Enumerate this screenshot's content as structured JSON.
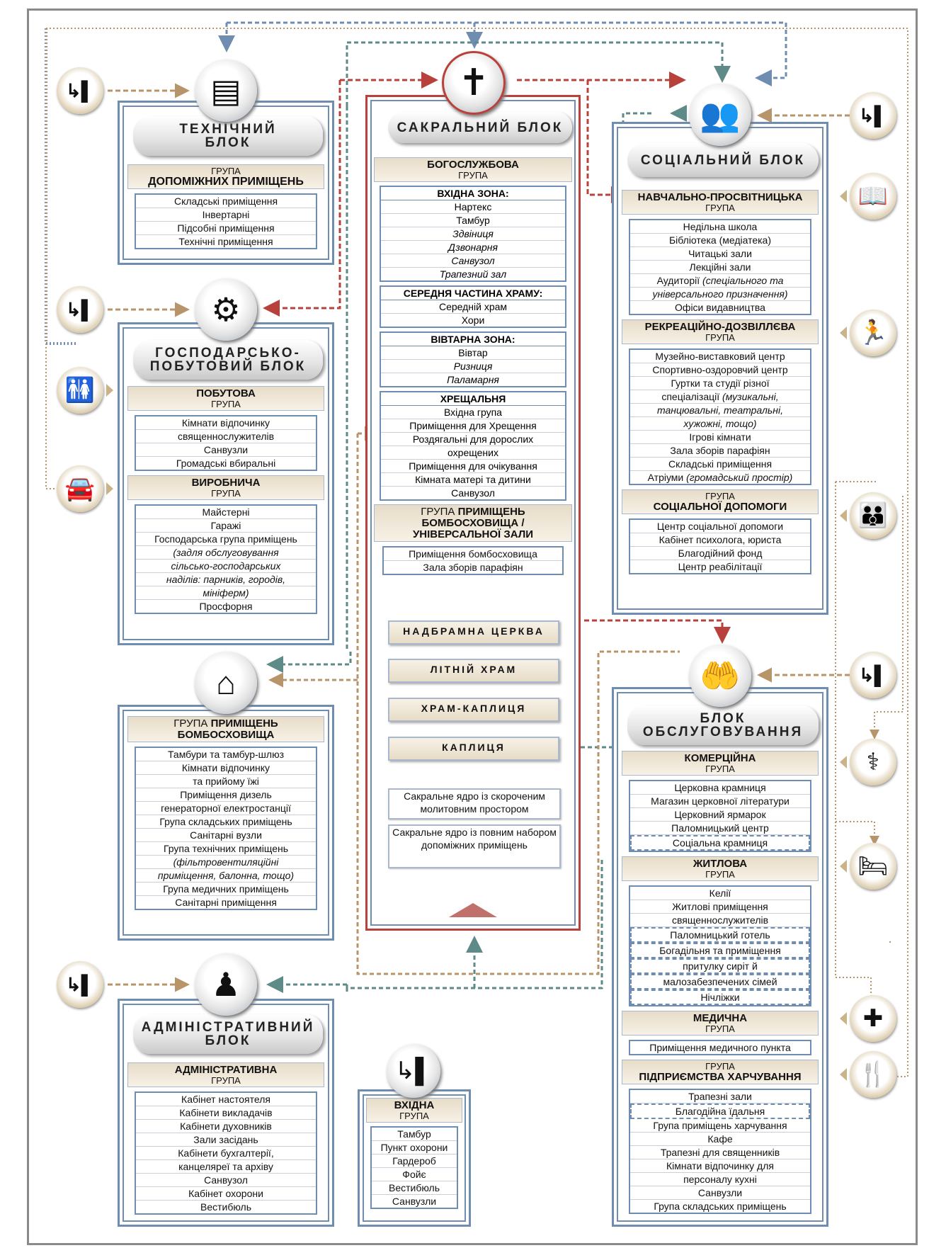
{
  "blocks": {
    "technical": {
      "title_l1": "ТЕХНІЧНИЙ",
      "title_l2": "БЛОК",
      "group_pre": "ГРУПА",
      "group_name": "ДОПОМІЖНИХ ПРИМІЩЕНЬ",
      "items": [
        "Складські приміщення",
        "Інвертарні",
        "Підсобні приміщення",
        "Технічні приміщення"
      ]
    },
    "household": {
      "title_l1": "ГОСПОДАРСЬКО-",
      "title_l2": "ПОБУТОВИЙ БЛОК",
      "g1_name": "ПОБУТОВА",
      "g1_sub": "ГРУПА",
      "g1_items": [
        "Кімнати відпочинку",
        "священнослужителів",
        "Санвузли",
        "Громадські вбиральні"
      ],
      "g2_name": "ВИРОБНИЧА",
      "g2_sub": "ГРУПА",
      "g2_items": [
        "Майстерні",
        "Гаражі",
        "Господарська група приміщень"
      ],
      "g2_italic": [
        "(задля обслуговування",
        "сільсько-господарських",
        "наділів: парників, городів,",
        "мініферм)"
      ],
      "g2_last": "Просфорня"
    },
    "shelter": {
      "group_pre": "ГРУПА",
      "group_name_a": "ПРИМІЩЕНЬ",
      "group_name_b": "БОМБОСХОВИЩА",
      "items_a": [
        "Тамбури та тамбур-шлюз",
        "Кімнати відпочинку",
        "та прийому їжі",
        "Приміщення дизель",
        "генераторної електростанції",
        "Група складських приміщень",
        "Санітарні вузли",
        "Група технічних приміщень"
      ],
      "items_i": [
        "(фільтровентиляційні",
        "приміщення, балонна, тощо)"
      ],
      "items_b": [
        "Група медичних приміщень",
        "Санітарні приміщення"
      ]
    },
    "admin": {
      "title_l1": "АДМІНІСТРАТИВНИЙ",
      "title_l2": "БЛОК",
      "group_name": "АДМІНІСТРАТИВНА",
      "group_sub": "ГРУПА",
      "items": [
        "Кабінет настоятеля",
        "Кабінети викладачів",
        "Кабінети духовників",
        "Зали засідань",
        "Кабінети бухгалтерії,",
        "канцеляреї та архіву",
        "Санвузол",
        "Кабінет охорони",
        "Вестибюль"
      ]
    },
    "entrance": {
      "group_name": "ВХІДНА",
      "group_sub": "ГРУПА",
      "items": [
        "Тамбур",
        "Пункт охорони",
        "Гардероб",
        "Фойє",
        "Вестибюль",
        "Санвузли"
      ]
    },
    "sacral": {
      "title": "САКРАЛЬНИЙ БЛОК",
      "group_name": "БОГОСЛУЖБОВА",
      "group_sub": "ГРУПА",
      "zone1": {
        "head": "ВХІДНА ЗОНА:",
        "items": [
          "Нартекс",
          "Тамбур"
        ],
        "italic": [
          "Здвіниця",
          "Дзвонарня",
          "Санвузол",
          "Трапезний зал"
        ]
      },
      "zone2": {
        "head": "СЕРЕДНЯ ЧАСТИНА ХРАМУ:",
        "items": [
          "Середній храм",
          "Хори"
        ]
      },
      "zone3": {
        "head": "ВІВТАРНА ЗОНА:",
        "items": [
          "Вівтар"
        ],
        "italic": [
          "Ризниця",
          "Паламарня"
        ]
      },
      "zone4": {
        "head": "ХРЕЩАЛЬНЯ",
        "items": [
          "Вхідна група",
          "Приміщення для Хрещення",
          "Роздягальні для дорослих",
          "охрещених",
          "Приміщення для очікування",
          "Кімната матері та дитини",
          "Санвузол"
        ]
      },
      "shelter_pre": "ГРУПА",
      "shelter_name_a": "ПРИМІЩЕНЬ",
      "shelter_name_b": "БОМБОСХОВИЩА /",
      "shelter_name_c": "УНІВЕРСАЛЬНОЇ ЗАЛИ",
      "shelter_items": [
        "Приміщення бомбосховища",
        "Зала зборів парафіян"
      ],
      "churches": [
        "НАДБРАМНА ЦЕРКВА",
        "ЛІТНІЙ ХРАМ",
        "ХРАМ-КАПЛИЦЯ",
        "КАПЛИЦЯ"
      ],
      "core_short": "Сакральне ядро із скороченим молитовним простором",
      "core_full": "Сакральне ядро із повним набором допоміжних приміщень"
    },
    "social": {
      "title": "СОЦІАЛЬНИЙ БЛОК",
      "g1_name": "НАВЧАЛЬНО-ПРОСВІТНИЦЬКА",
      "g1_sub": "ГРУПА",
      "g1_items": [
        "Недільна школа",
        "Бібліотека (медіатека)",
        "Читацькі зали",
        "Лекційні зали"
      ],
      "g1_aud": "Аудиторії",
      "g1_aud_i": "(спеціального та",
      "g1_aud_i2": "універсального призначення)",
      "g1_last": "Офіси видавництва",
      "g2_name": "РЕКРЕАЦІЙНО-ДОЗВІЛЛЄВА",
      "g2_sub": "ГРУПА",
      "g2_items": [
        "Музейно-виставковий центр",
        "Спортивно-оздоровчий центр",
        "Гуртки та студії різної"
      ],
      "g2_spec": "спеціалізації",
      "g2_spec_i": "(музикальні,",
      "g2_i": [
        "танцювальні, театральні,",
        "хужожні, тощо)"
      ],
      "g2_items_b": [
        "Ігрові кімнати",
        "Зала зборів парафіян",
        "Складські приміщення"
      ],
      "g2_atr": "Атріуми",
      "g2_atr_i": "(громадський простір)",
      "g3_pre": "ГРУПА",
      "g3_name": "СОЦІАЛЬНОЇ ДОПОМОГИ",
      "g3_items": [
        "Центр соціальної допомоги",
        "Кабінет психолога, юриста",
        "Благодійний фонд",
        "Центр реабілітації"
      ]
    },
    "service": {
      "title_l1": "БЛОК",
      "title_l2": "ОБСЛУГОВУВАННЯ",
      "g1_name": "КОМЕРЦІЙНА",
      "g1_sub": "ГРУПА",
      "g1_items": [
        "Церковна крамниця",
        "Магазин церковної літератури",
        "Церковний ярмарок",
        "Паломницький центр"
      ],
      "g1_dash": "Соціальна крамниця",
      "g2_name": "ЖИТЛОВА",
      "g2_sub": "ГРУПА",
      "g2_items": [
        "Келії",
        "Житлові приміщення",
        "священнослужителів"
      ],
      "g2_dash": [
        "Паломницький готель",
        "Богадільня та приміщення",
        "притулку сиріт й",
        "малозабезпечених сімей",
        "Нічліжки"
      ],
      "g3_name": "МЕДИЧНА",
      "g3_sub": "ГРУПА",
      "g3_items": [
        "Приміщення медичного пункта"
      ],
      "g4_pre": "ГРУПА",
      "g4_name": "ПІДПРИЄМСТВА ХАРЧУВАННЯ",
      "g4_items": [
        "Трапезні зали"
      ],
      "g4_dash": "Благодійна їдальня",
      "g4_items_b": [
        "Група приміщень харчування",
        "Кафе",
        "Трапезні для священників",
        "Кімнати відпочинку для",
        "персоналу кухні",
        "Санвузли",
        "Група складських приміщень"
      ]
    }
  },
  "icons": {
    "door": "↳▌",
    "warehouse": "▤",
    "gear": "⚙",
    "house": "⌂",
    "admin": "♟",
    "cross": "✝",
    "people": "👥",
    "hands": "🤲",
    "wc": "🚻",
    "garage": "🚘",
    "book": "📖",
    "run": "🏃",
    "family": "👪",
    "medic": "⚕",
    "bed": "🛏",
    "firstaid": "✚",
    "food": "🍴"
  },
  "colors": {
    "blue": "#6f8db0",
    "red": "#b8413b",
    "teal": "#5e8a88",
    "tan": "#b8946a"
  }
}
